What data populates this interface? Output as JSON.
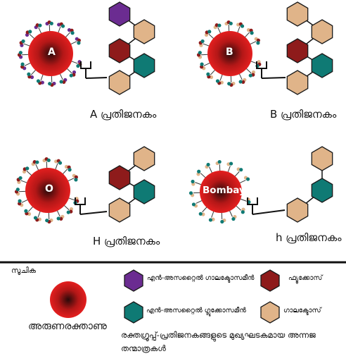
{
  "colors": {
    "cell_red": "#e41f1f",
    "cell_dark": "#2a0a0a",
    "purple": "#6b2c91",
    "dark_red": "#8e1b1b",
    "teal": "#0f7a74",
    "tan": "#e0b489",
    "stroke": "#1a1a1a"
  },
  "panels": [
    {
      "cell_label": "A",
      "caption": "A പ്രതിജനകം",
      "chain": [
        "purple",
        "tan",
        "dark_red",
        "teal",
        "tan"
      ]
    },
    {
      "cell_label": "B",
      "caption": "B പ്രതിജനകം",
      "chain": [
        "tan",
        "tan",
        "dark_red",
        "teal",
        "tan"
      ]
    },
    {
      "cell_label": "O",
      "caption": "H പ്രതിജനകം",
      "chain": [
        "tan",
        "dark_red",
        "teal",
        "tan"
      ]
    },
    {
      "cell_label": "Bombay",
      "caption": "h പ്രതിജനകം",
      "chain": [
        "tan",
        "teal",
        "tan"
      ]
    }
  ],
  "legend": {
    "title": "സൂചിക",
    "rbc_label": "അരുണരക്താണു",
    "items": [
      {
        "color": "purple",
        "label": "എൻ-അസറ്റൈൽ ഗാലക്ടോസമീൻ"
      },
      {
        "color": "dark_red",
        "label": "ഫ്യൂക്കോസ്"
      },
      {
        "color": "teal",
        "label": "എൻ-അസറ്റൈൽ ഗ്ലൂക്കോസമീൻ"
      },
      {
        "color": "tan",
        "label": "ഗാലക്ടോസ്"
      }
    ],
    "footnote_line1": "രക്തഗ്രൂപ്പ്-പ്രതിജനകങ്ങളുടെ മുഖ്യഘടകമായ അന്നജ",
    "footnote_line2": "തന്മാത്രകൾ"
  }
}
